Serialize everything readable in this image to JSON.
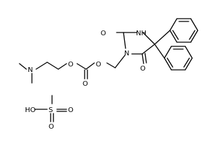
{
  "atoms": {
    "n_dimethyl": "N",
    "o_ester": "O",
    "o_carbonate_ring": "O",
    "o_carbonyl": "O",
    "n_ring_1": "N",
    "nh_ring": "NH",
    "o_ring_top": "O",
    "o_ring_bottom": "O",
    "ho_acid": "HO",
    "s_acid": "S",
    "o_acid_top": "O",
    "o_acid_bottom": "O"
  }
}
